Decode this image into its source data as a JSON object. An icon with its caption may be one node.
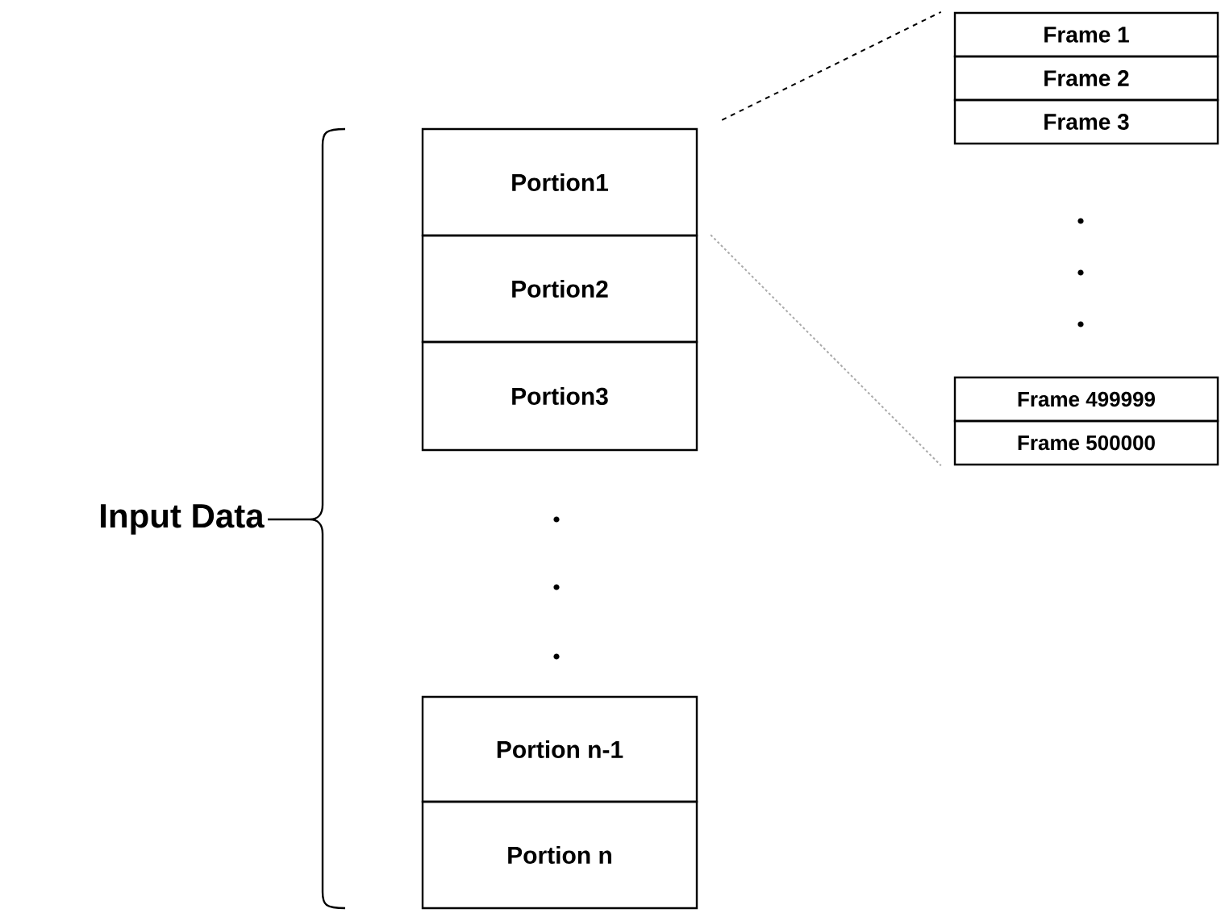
{
  "diagram": {
    "nodes": [
      {
        "text": [
          "Portion1"
        ]
      },
      {
        "text": [
          "Portion2"
        ]
      },
      {
        "text": [
          "Portion3"
        ]
      },
      {
        "text": [
          "Portion n-1"
        ]
      },
      {
        "text": [
          "Portion n"
        ]
      },
      {
        "text": [
          "Frame 1"
        ]
      },
      {
        "text": [
          "Frame 2"
        ]
      },
      {
        "text": [
          "Frame 3"
        ]
      },
      {
        "text": [
          "Frame 499999"
        ]
      },
      {
        "text": [
          "Frame 500000"
        ]
      }
    ],
    "edges": [
      {
        "from": 0,
        "to": 5,
        "arrow": "none",
        "style": "dashed"
      },
      {
        "from": 0,
        "to": 9,
        "arrow": "none",
        "style": "dashed",
        "color": "#aaaaaa"
      }
    ],
    "labels": [
      "Input Data"
    ]
  }
}
